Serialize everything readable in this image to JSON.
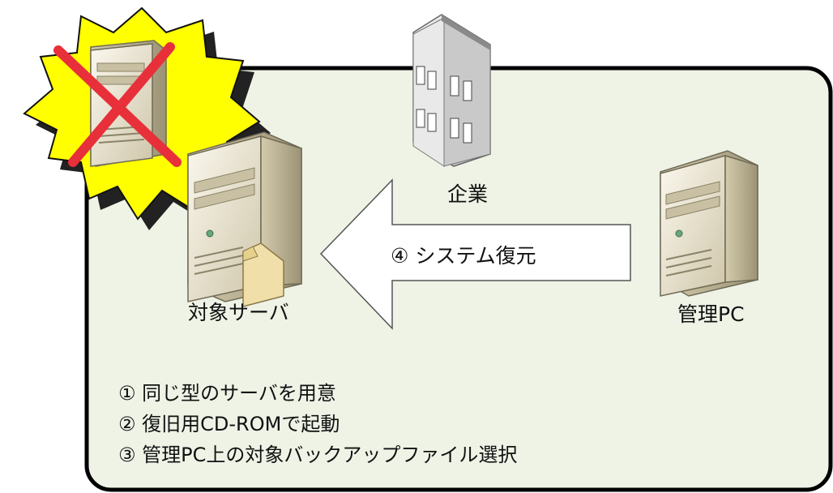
{
  "labels": {
    "company": "企業",
    "target_server": "対象サーバ",
    "admin_pc": "管理PC",
    "arrow": "④ システム復元"
  },
  "steps": [
    "① 同じ型のサーバを用意",
    "② 復旧用CD-ROMで起動",
    "③ 管理PC上の対象バックアップファイル選択"
  ],
  "colors": {
    "panel_fill": "#eef3e6",
    "panel_border": "#000000",
    "burst_fill": "#ffff00",
    "cross": "#e8303a"
  },
  "icons": [
    "failed-server-icon",
    "cross-icon",
    "server-icon",
    "folder-icon",
    "building-icon",
    "pc-tower-icon"
  ]
}
